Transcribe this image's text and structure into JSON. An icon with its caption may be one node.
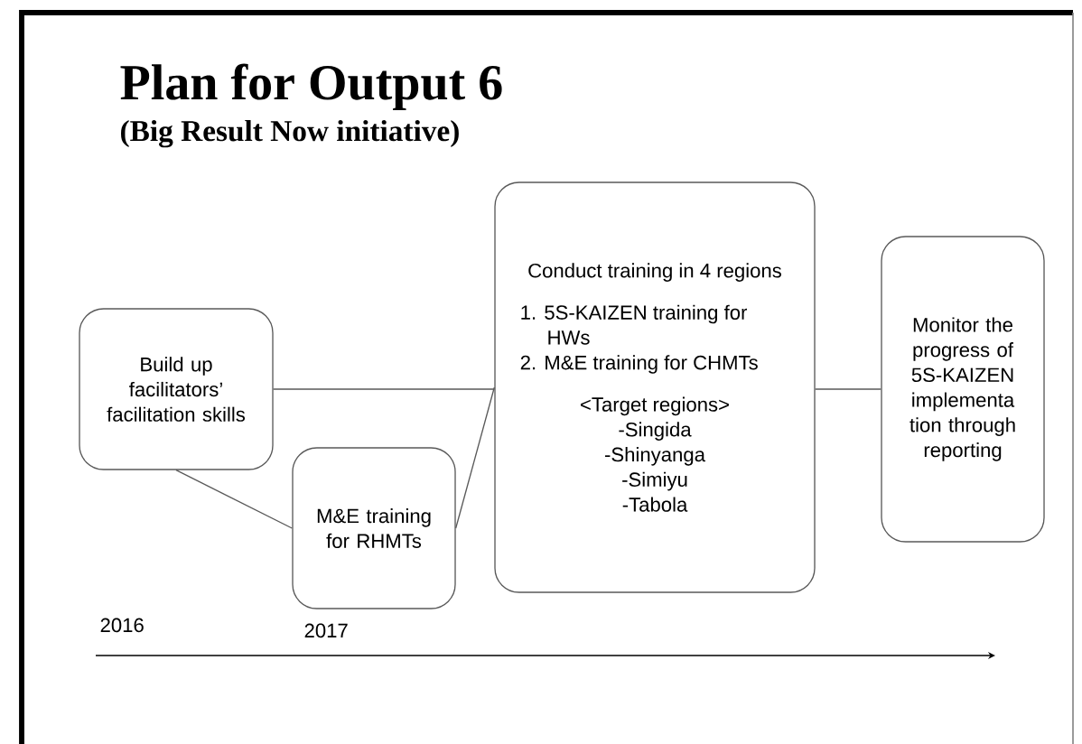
{
  "diagram": {
    "title": "Plan for Output 6",
    "caption": "(Big Result Now initiative)",
    "nodes": [
      {
        "text": [
          "Build up facilitators’ facilitation skills"
        ]
      },
      {
        "text": [
          "M&E training for RHMTs"
        ]
      },
      {
        "text": [
          "Conduct training in 4 regions",
          "1. 5S-KAIZEN training for HWs",
          "2. M&E training for CHMTs",
          "<Target regions>",
          "-Singida",
          "-Shinyanga",
          "-Simiyu",
          "-Tabola"
        ]
      },
      {
        "text": [
          "Monitor the progress of 5S-KAIZEN implementa tion through reporting"
        ]
      }
    ],
    "edges": [
      {
        "from": 0,
        "to": 2,
        "arrow": "none"
      },
      {
        "from": 0,
        "to": 1,
        "arrow": "none"
      },
      {
        "from": 1,
        "to": 2,
        "arrow": "none"
      },
      {
        "from": 2,
        "to": 3,
        "arrow": "none"
      }
    ],
    "labels": [
      "2016",
      "2017"
    ]
  }
}
